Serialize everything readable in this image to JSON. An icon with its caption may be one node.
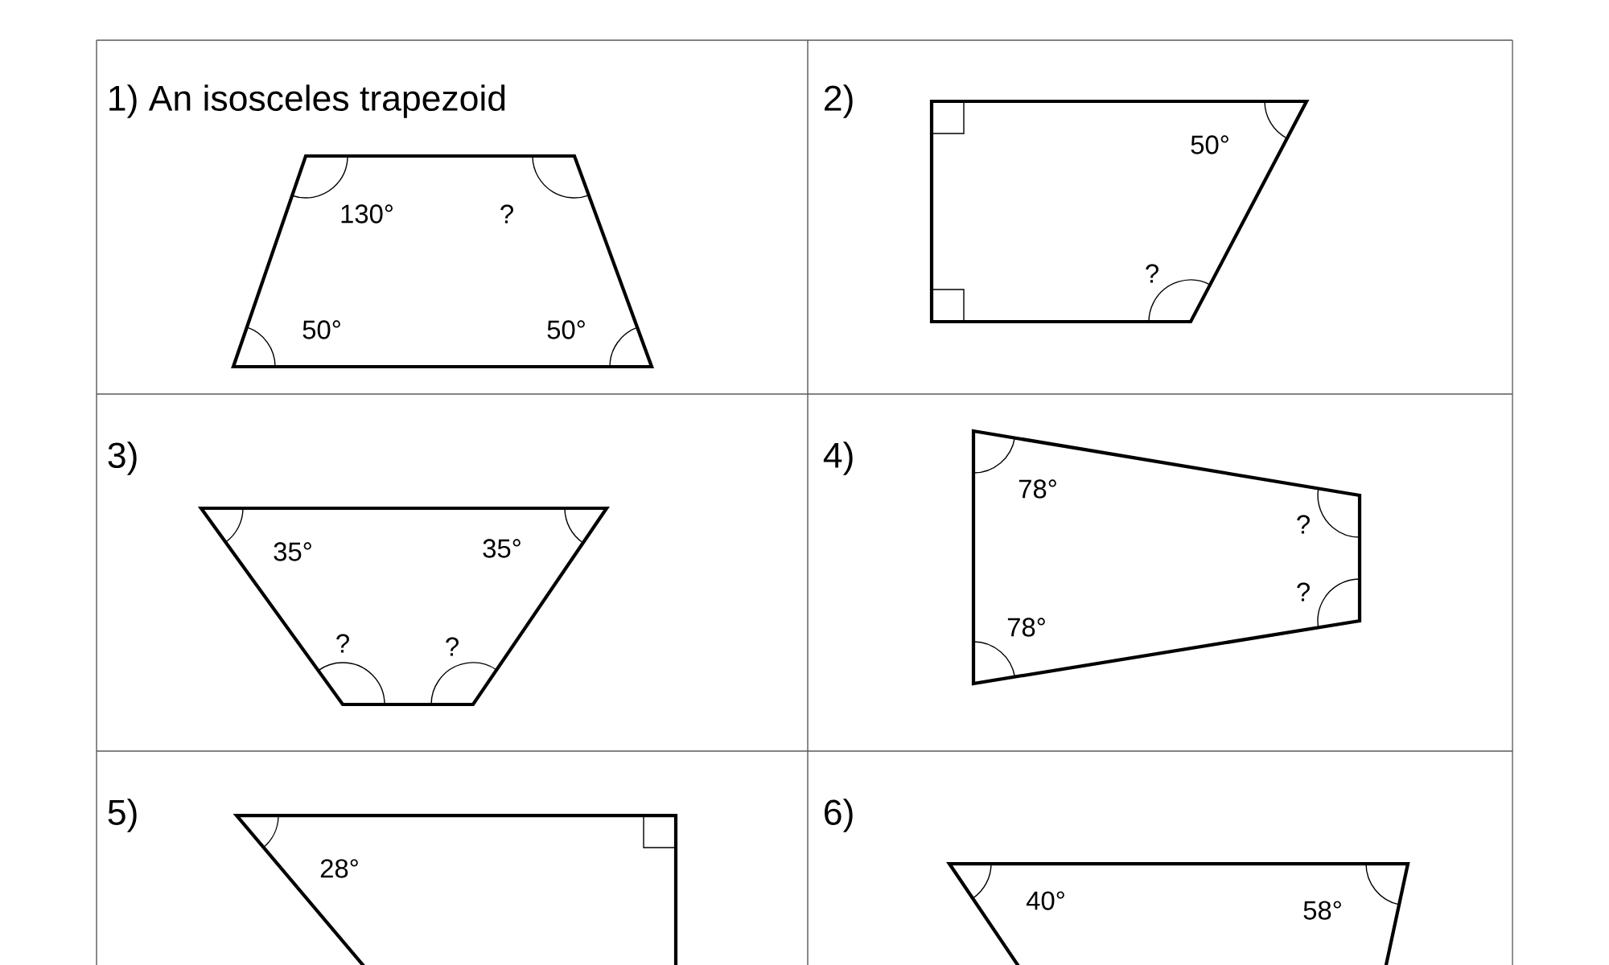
{
  "diagram": {
    "labels": [
      "1) An isosceles trapezoid",
      "130°",
      "?",
      "50°",
      "50°",
      "2)",
      "50°",
      "?",
      "3)",
      "35°",
      "35°",
      "?",
      "?",
      "4)",
      "78°",
      "?",
      "?",
      "78°",
      "5)",
      "28°",
      "6)",
      "40°",
      "58°"
    ]
  }
}
